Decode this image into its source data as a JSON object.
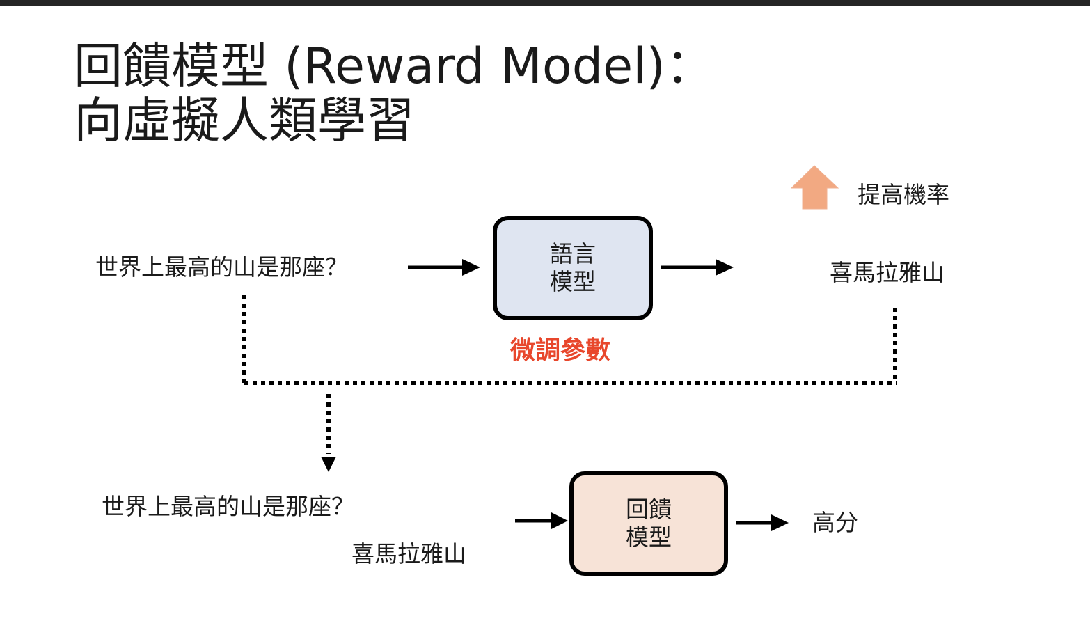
{
  "title": {
    "line1": "回饋模型 (Reward Model)：",
    "line2": "向虛擬人類學習"
  },
  "legend": {
    "label": "提高機率",
    "icon": "up-arrow-icon",
    "color": "#f2a982"
  },
  "top_flow": {
    "question": "世界上最高的山是那座？",
    "model_line1": "語言",
    "model_line2": "模型",
    "answer": "喜馬拉雅山",
    "finetune_label": "微調參數",
    "finetune_color": "#e8472c",
    "model_fill": "#dfe5f1"
  },
  "bottom_flow": {
    "question": "世界上最高的山是那座？",
    "answer": "喜馬拉雅山",
    "model_line1": "回饋",
    "model_line2": "模型",
    "output": "高分",
    "model_fill": "#f7e3d7"
  }
}
